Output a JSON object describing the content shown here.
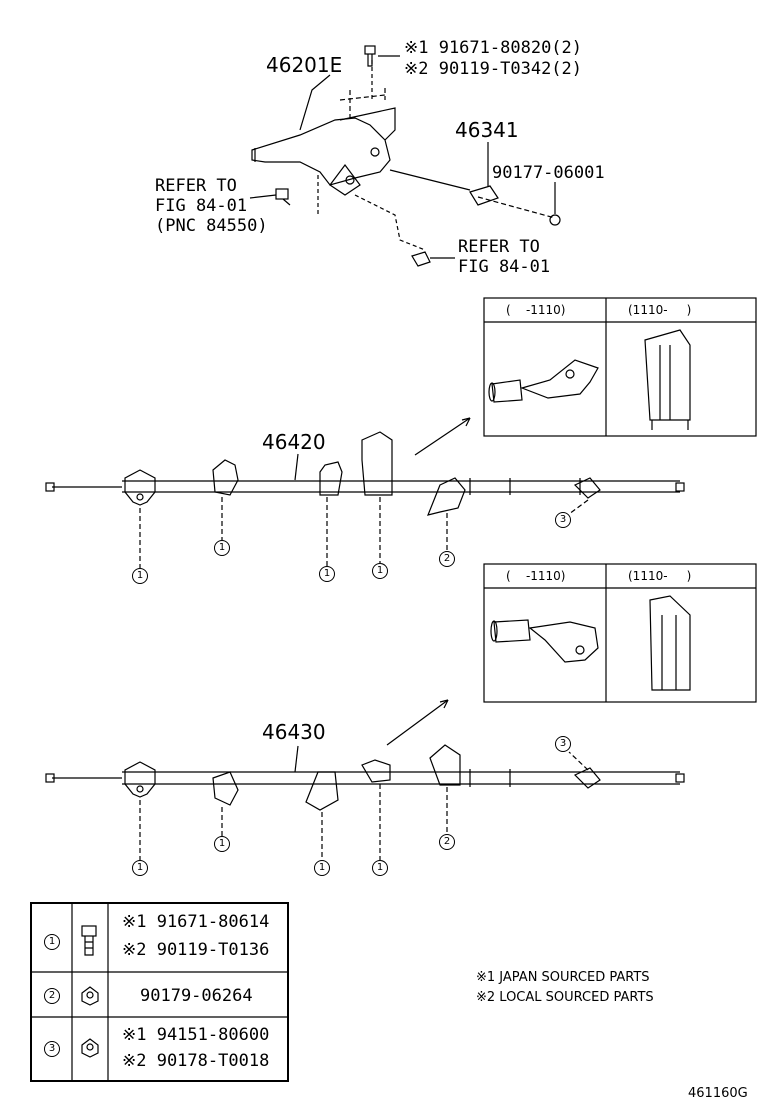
{
  "top": {
    "part_lever": "46201E",
    "part_46341": "46341",
    "part_clip": "90177-06001",
    "bolt_ref1": "※1 91671-80820(2)",
    "bolt_ref2": "※2 90119-T0342(2)",
    "refer1_lines": [
      "REFER TO",
      "FIG 84-01",
      "(PNC 84550)"
    ],
    "refer2_lines": [
      "REFER TO",
      "FIG 84-01"
    ]
  },
  "cable1": {
    "part": "46420"
  },
  "cable2": {
    "part": "46430"
  },
  "insets": [
    {
      "left_header": "(    -1110)",
      "right_header": "(1110-     )"
    },
    {
      "left_header": "(    -1110)",
      "right_header": "(1110-     )"
    }
  ],
  "callouts": {
    "one": "1",
    "two": "2",
    "three": "3"
  },
  "legend": {
    "rows": [
      {
        "key": "1",
        "icon": "bolt-icon",
        "lines": [
          "※1 91671-80614",
          "※2 90119-T0136"
        ]
      },
      {
        "key": "2",
        "icon": "nut-icon",
        "lines": [
          "90179-06264"
        ]
      },
      {
        "key": "3",
        "icon": "nut-icon",
        "lines": [
          "※1 94151-80600",
          "※2 90178-T0018"
        ]
      }
    ]
  },
  "notes": [
    "※1 JAPAN SOURCED PARTS",
    "※2 LOCAL SOURCED PARTS"
  ],
  "figure_id": "461160G"
}
